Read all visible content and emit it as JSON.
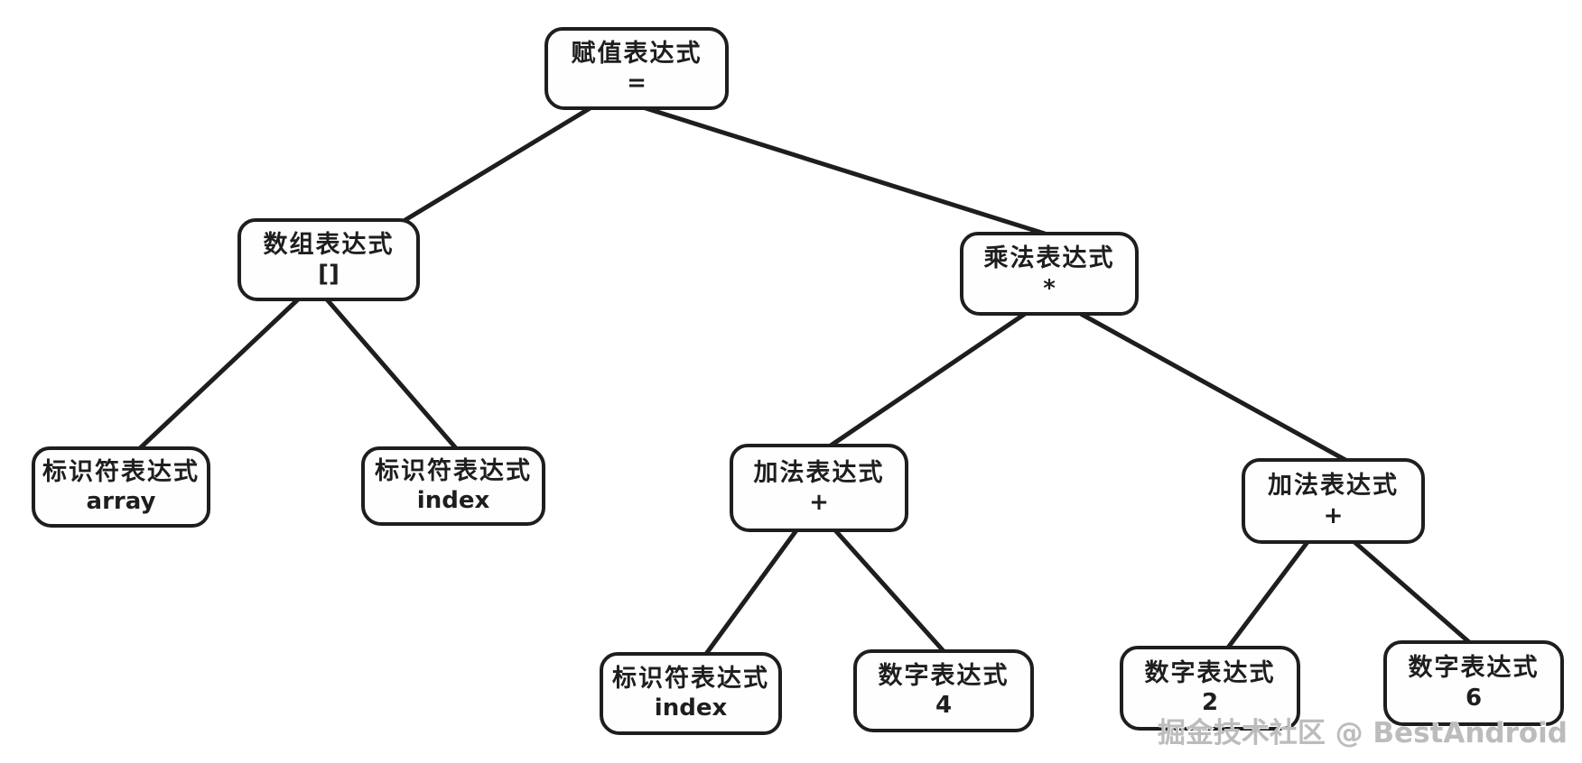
{
  "diagram": {
    "background": "#ffffff",
    "stroke_color": "#1e1e1e",
    "nodes": {
      "assignment": {
        "label": "赋值表达式",
        "symbol": "="
      },
      "array": {
        "label": "数组表达式",
        "symbol": "[]"
      },
      "multiply": {
        "label": "乘法表达式",
        "symbol": "*"
      },
      "ident_array": {
        "label": "标识符表达式",
        "symbol": "array"
      },
      "ident_index_upper": {
        "label": "标识符表达式",
        "symbol": "index"
      },
      "add_left": {
        "label": "加法表达式",
        "symbol": "+"
      },
      "add_right": {
        "label": "加法表达式",
        "symbol": "+"
      },
      "ident_index_lower": {
        "label": "标识符表达式",
        "symbol": "index"
      },
      "number_4": {
        "label": "数字表达式",
        "symbol": "4"
      },
      "number_2": {
        "label": "数字表达式",
        "symbol": "2"
      },
      "number_6": {
        "label": "数字表达式",
        "symbol": "6"
      }
    },
    "edges": [
      {
        "from": "assignment",
        "to": "array"
      },
      {
        "from": "assignment",
        "to": "multiply"
      },
      {
        "from": "array",
        "to": "ident_array"
      },
      {
        "from": "array",
        "to": "ident_index_upper"
      },
      {
        "from": "multiply",
        "to": "add_left"
      },
      {
        "from": "multiply",
        "to": "add_right"
      },
      {
        "from": "add_left",
        "to": "ident_index_lower"
      },
      {
        "from": "add_left",
        "to": "number_4"
      },
      {
        "from": "add_right",
        "to": "number_2"
      },
      {
        "from": "add_right",
        "to": "number_6"
      }
    ]
  },
  "watermark": {
    "text": "掘金技术社区 @ BestAndroid",
    "color": "#bcbcbc"
  }
}
